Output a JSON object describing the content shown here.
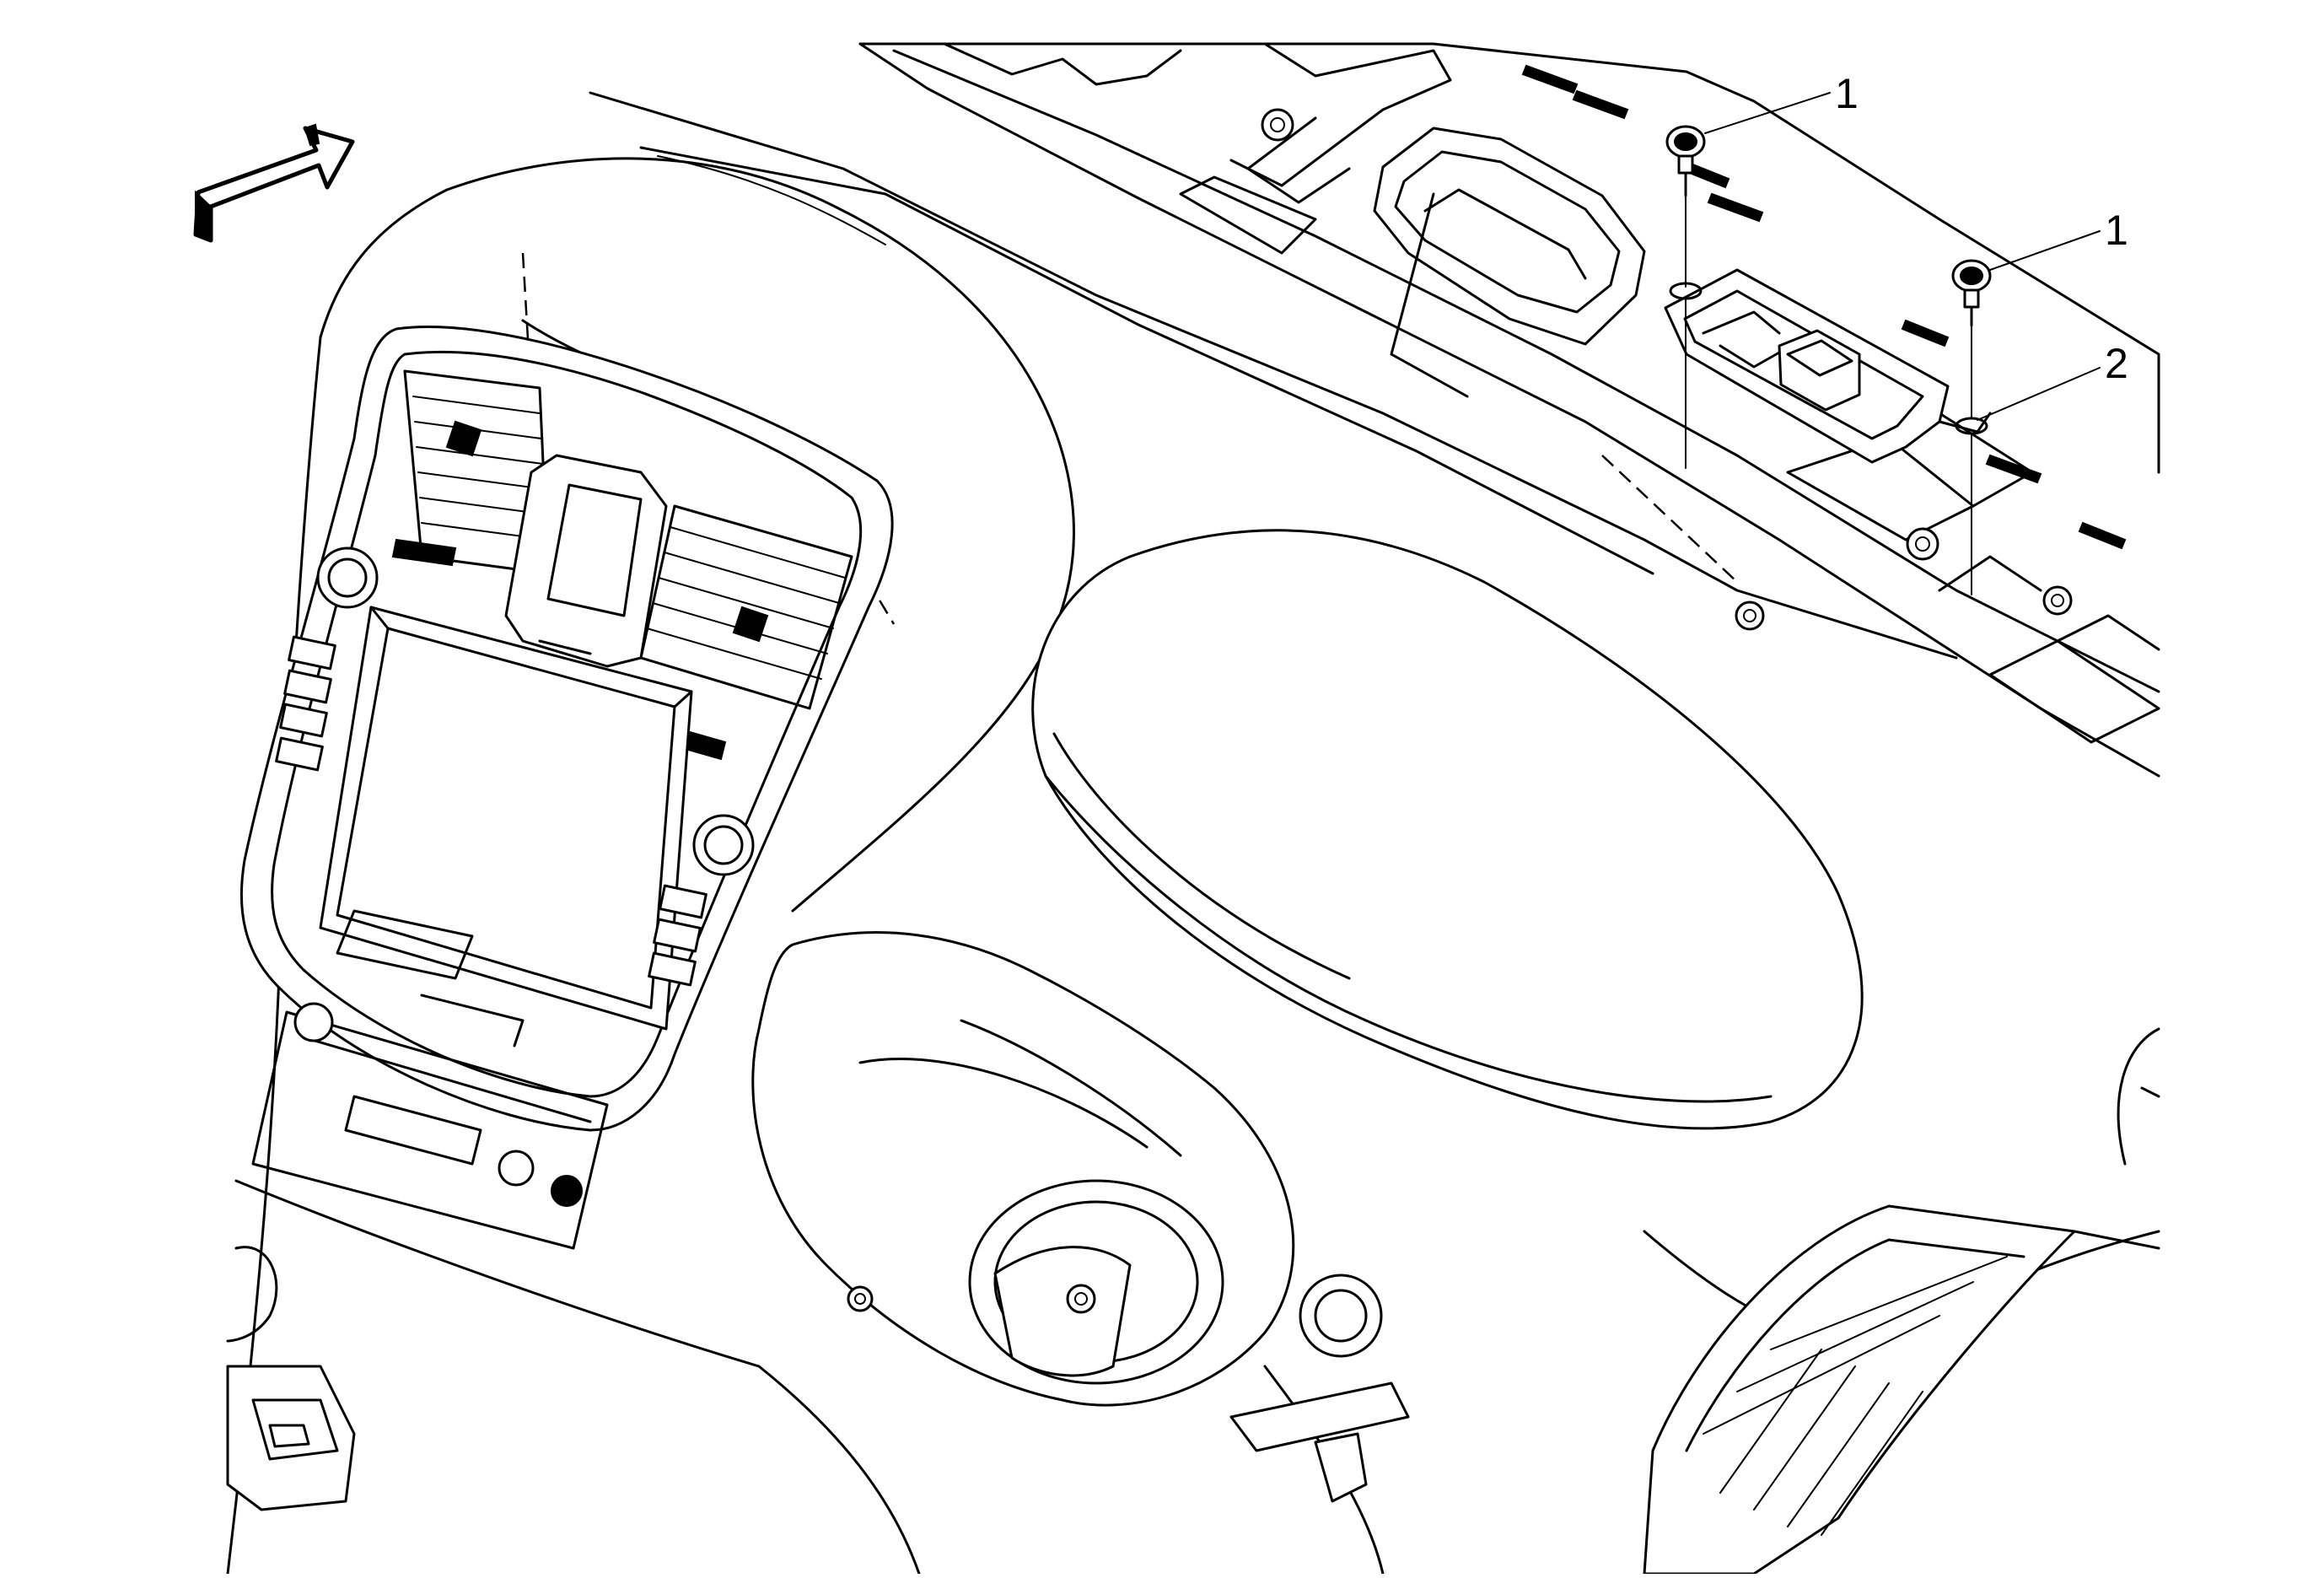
{
  "diagram": {
    "callouts": [
      {
        "id": "c1a",
        "label": "1",
        "part": "fastener"
      },
      {
        "id": "c1b",
        "label": "1",
        "part": "fastener"
      },
      {
        "id": "c2",
        "label": "2",
        "part": "module-bracket"
      }
    ],
    "icons": {
      "direction_arrow": "forward-arrow-icon",
      "fastener": "screw-icon",
      "steering_column": "steering-column-icon",
      "air_vent": "air-vent-icon"
    },
    "colors": {
      "line": "#000000",
      "background": "#ffffff"
    }
  }
}
